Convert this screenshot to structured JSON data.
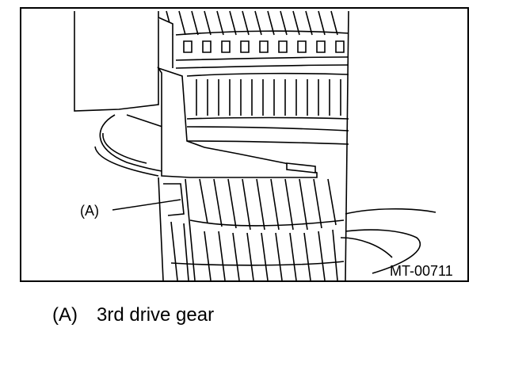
{
  "figure": {
    "callout_label": "(A)",
    "figure_code": "MT-00711"
  },
  "legend": {
    "items": [
      {
        "letter": "(A)",
        "text": "3rd drive gear"
      }
    ]
  }
}
